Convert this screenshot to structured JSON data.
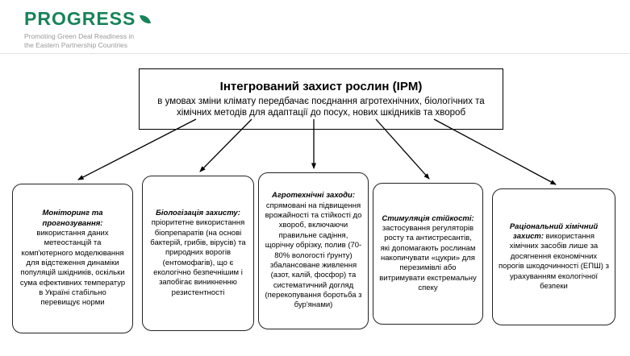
{
  "logo": {
    "title": "PROGRESS",
    "tagline_line1": "Promoting Green Deal Readiness in",
    "tagline_line2": "the Eastern Partnership Countries"
  },
  "main_box": {
    "title": "Інтегрований захист рослин (IPM)",
    "body": "в умовах зміни клімату передбачає поєднання агротехнічних, біологічних та хімічних методів для адаптації до посух, нових шкідників та хвороб"
  },
  "boxes": [
    {
      "title": "Моніторинг та прогнозування:",
      "body": "використання даних метеостанцій та комп'ютерного моделювання для відстеження динаміки популяцій шкідників, оскільки сума ефективних температур в Україні стабільно перевищує норми"
    },
    {
      "title": "Біологізація захисту:",
      "body": "пріоритетне використання біопрепаратів (на основі бактерій, грибів, вірусів) та природних ворогів (ентомофагів), що є екологічно безпечнішим і запобігає виникненню резистентності"
    },
    {
      "title": "Агротехнічні заходи:",
      "body": "спрямовані на підвищення врожайності та стійкості до хвороб, включаючи правильне садіння, щорічну обрізку, полив (70-80% вологості ґрунту) збалансоване живлення (азот, калій, фосфор) та систематичний догляд (перекопування боротьба з бур'янами)"
    },
    {
      "title": "Стимуляція стійкості:",
      "body": "застосування регуляторів росту та антистресантів, які допомагають рослинам накопичувати «цукри» для перезимівлі або витримувати екстремальну спеку"
    },
    {
      "title": "Раціональний хімічний захист:",
      "body": "використання хімічних засобів лише за досягнення економічних порогів шкодочинності (ЕПШ) з урахуванням екологічної безпеки"
    }
  ],
  "colors": {
    "accent_green": "#17835b",
    "tagline_gray": "#9a9a9a",
    "line_black": "#000000"
  }
}
